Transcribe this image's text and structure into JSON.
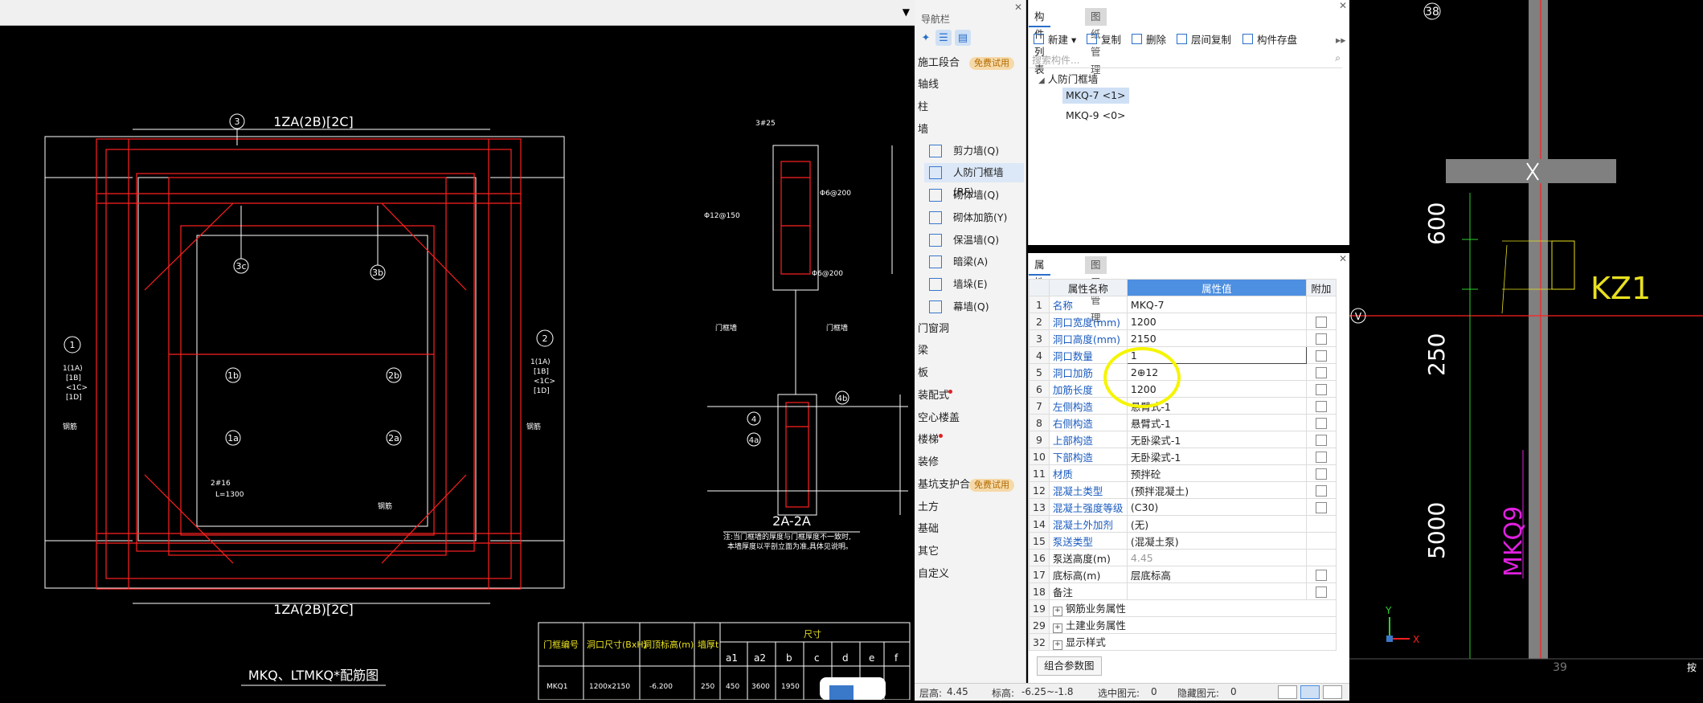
{
  "cad_left": {
    "title_top": "1ZA(2B)[2C]",
    "title_bottom": "1ZA(2B)[2C]",
    "drawing_caption": "MKQ、LTMKQ*配筋图",
    "section_caption": "2A-2A",
    "section_note_1": "注:当门框墙的厚度与门框厚度不一致时,",
    "section_note_2": "本墙厚度以平剖立面为准,具体见说明。",
    "callouts": [
      "3",
      "3c",
      "3b",
      "1",
      "2",
      "1b",
      "2b",
      "1a",
      "2a",
      "4",
      "4b",
      "4a"
    ],
    "left_labels": [
      "1(1A)",
      "[1B]",
      "<1C>",
      "[1D]"
    ],
    "right_labels": [
      "1(1A)",
      "[1B]",
      "<1C>",
      "[1D]"
    ],
    "small_texts": [
      "2#16",
      "L=1300",
      "钢筋",
      "钢筋",
      "3#25",
      "Φ6@200",
      "Φ12@150",
      "Φ6@200",
      "门框墙",
      "门框墙",
      "钢筋"
    ],
    "table_headers": [
      "门框编号",
      "洞口尺寸(BxH)",
      "洞顶标高(m)",
      "墙厚t",
      "尺寸"
    ],
    "table_subheaders": [
      "a1",
      "a2",
      "b",
      "c",
      "d",
      "e",
      "f"
    ],
    "table_row": [
      "MKQ1",
      "1200x2150",
      "-6.200",
      "250",
      "450",
      "3600",
      "1950"
    ]
  },
  "nav": {
    "title": "导航栏",
    "items": [
      {
        "label": "施工段合",
        "badge": "免费试用"
      },
      {
        "label": "轴线"
      },
      {
        "label": "柱"
      },
      {
        "label": "墙"
      }
    ],
    "wall_subitems": [
      {
        "label": "剪力墙(Q)"
      },
      {
        "label": "人防门框墙(RF)"
      },
      {
        "label": "砌体墙(Q)"
      },
      {
        "label": "砌体加筋(Y)"
      },
      {
        "label": "保温墙(Q)"
      },
      {
        "label": "暗梁(A)"
      },
      {
        "label": "墙垛(E)"
      },
      {
        "label": "幕墙(Q)"
      }
    ],
    "more_items": [
      {
        "label": "门窗洞"
      },
      {
        "label": "梁"
      },
      {
        "label": "板"
      },
      {
        "label": "装配式",
        "dot": true
      },
      {
        "label": "空心楼盖"
      },
      {
        "label": "楼梯",
        "dot": true
      },
      {
        "label": "装修"
      },
      {
        "label": "基坑支护合",
        "badge": "免费试用"
      },
      {
        "label": "土方"
      },
      {
        "label": "基础"
      },
      {
        "label": "其它"
      },
      {
        "label": "自定义"
      }
    ]
  },
  "component_list": {
    "tabs": [
      "构件列表",
      "图纸管理"
    ],
    "toolbar": [
      "新建",
      "复制",
      "删除",
      "层间复制",
      "构件存盘"
    ],
    "search_placeholder": "搜索构件...",
    "parent": "人防门框墙",
    "items": [
      "MKQ-7 <1>",
      "MKQ-9 <0>"
    ]
  },
  "property_list": {
    "tabs": [
      "属性列表",
      "图层管理"
    ],
    "headers": [
      "属性名称",
      "属性值",
      "附加"
    ],
    "rows": [
      {
        "no": "1",
        "name": "名称",
        "value": "MKQ-7",
        "chk": false,
        "link": true
      },
      {
        "no": "2",
        "name": "洞口宽度(mm)",
        "value": "1200",
        "chk": true,
        "link": true
      },
      {
        "no": "3",
        "name": "洞口高度(mm)",
        "value": "2150",
        "chk": true,
        "link": true
      },
      {
        "no": "4",
        "name": "洞口数量",
        "value": "1",
        "chk": true,
        "link": true,
        "editing": true
      },
      {
        "no": "5",
        "name": "洞口加筋",
        "value": "2⊕12",
        "chk": true,
        "link": true
      },
      {
        "no": "6",
        "name": "加筋长度",
        "value": "1200",
        "chk": true,
        "link": true
      },
      {
        "no": "7",
        "name": "左侧构造",
        "value": "悬臂式-1",
        "chk": true,
        "link": true
      },
      {
        "no": "8",
        "name": "右侧构造",
        "value": "悬臂式-1",
        "chk": true,
        "link": true
      },
      {
        "no": "9",
        "name": "上部构造",
        "value": "无卧梁式-1",
        "chk": true,
        "link": true
      },
      {
        "no": "10",
        "name": "下部构造",
        "value": "无卧梁式-1",
        "chk": true,
        "link": true
      },
      {
        "no": "11",
        "name": "材质",
        "value": "预拌砼",
        "chk": true,
        "link": true
      },
      {
        "no": "12",
        "name": "混凝土类型",
        "value": "(预拌混凝土)",
        "chk": true,
        "link": true
      },
      {
        "no": "13",
        "name": "混凝土强度等级",
        "value": "(C30)",
        "chk": true,
        "link": true
      },
      {
        "no": "14",
        "name": "混凝土外加剂",
        "value": "(无)",
        "chk": false,
        "link": true
      },
      {
        "no": "15",
        "name": "泵送类型",
        "value": "(混凝土泵)",
        "chk": false,
        "link": true
      },
      {
        "no": "16",
        "name": "泵送高度(m)",
        "value": "4.45",
        "chk": false,
        "link": false,
        "gray": true
      },
      {
        "no": "17",
        "name": "底标高(m)",
        "value": "层底标高",
        "chk": true,
        "link": false
      },
      {
        "no": "18",
        "name": "备注",
        "value": "",
        "chk": true,
        "link": false
      },
      {
        "no": "19",
        "name": "钢筋业务属性",
        "value": "",
        "group": true
      },
      {
        "no": "29",
        "name": "土建业务属性",
        "value": "",
        "group": true
      },
      {
        "no": "32",
        "name": "显示样式",
        "value": "",
        "group": true
      }
    ],
    "combo_button": "组合参数图"
  },
  "status": {
    "floor_height_label": "层高:",
    "floor_height": "4.45",
    "elevation_label": "标高:",
    "elevation": "-6.25~-1.8",
    "selected_label": "选中图元:",
    "selected": "0",
    "hidden_label": "隐藏图元:",
    "hidden": "0"
  },
  "cad_right": {
    "axis_top": "38",
    "axis_bottom": "39",
    "axis_left": "V",
    "dim_600": "600",
    "dim_250": "250",
    "dim_5000": "5000",
    "label_kz1": "KZ1",
    "label_mkq9": "MKQ9",
    "ucs_x": "X",
    "ucs_y": "Y",
    "corner_text": "按"
  },
  "colors": {
    "accent": "#4d8fe0",
    "cad_red": "#ff2020",
    "cad_white": "#ffffff",
    "cad_yellow": "#e8e020",
    "cad_magenta": "#e020e0",
    "highlight_yellow": "#f5f500"
  }
}
